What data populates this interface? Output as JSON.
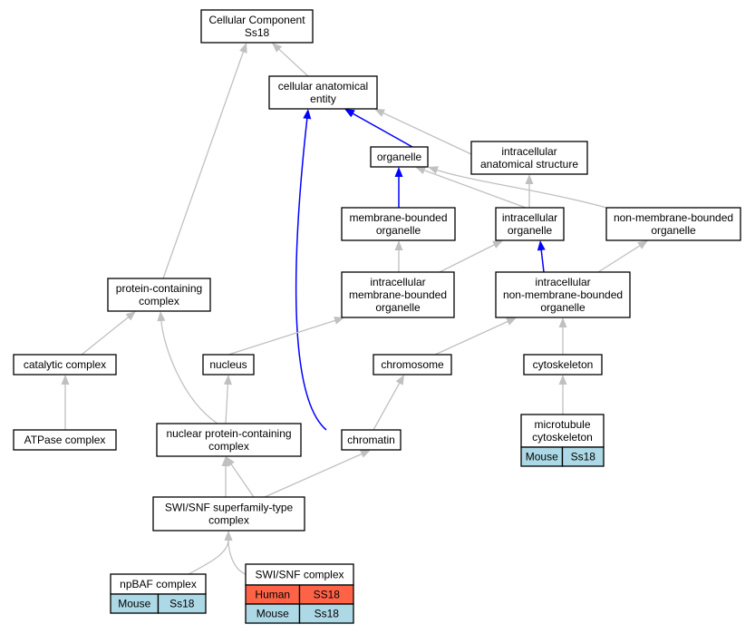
{
  "nodes": {
    "cellular_component": {
      "lines": [
        "Cellular Component",
        "Ss18"
      ]
    },
    "cellular_anatomical_entity": {
      "lines": [
        "cellular anatomical",
        "entity"
      ]
    },
    "organelle": {
      "lines": [
        "organelle"
      ]
    },
    "intracellular_anatomical_structure": {
      "lines": [
        "intracellular",
        "anatomical structure"
      ]
    },
    "membrane_bounded_organelle": {
      "lines": [
        "membrane-bounded",
        "organelle"
      ]
    },
    "intracellular_organelle": {
      "lines": [
        "intracellular",
        "organelle"
      ]
    },
    "non_membrane_bounded_organelle": {
      "lines": [
        "non-membrane-bounded",
        "organelle"
      ]
    },
    "protein_containing_complex": {
      "lines": [
        "protein-containing",
        "complex"
      ]
    },
    "intracellular_membrane_bounded_organelle": {
      "lines": [
        "intracellular",
        "membrane-bounded",
        "organelle"
      ]
    },
    "intracellular_non_membrane_bounded_organelle": {
      "lines": [
        "intracellular",
        "non-membrane-bounded",
        "organelle"
      ]
    },
    "catalytic_complex": {
      "lines": [
        "catalytic complex"
      ]
    },
    "nucleus": {
      "lines": [
        "nucleus"
      ]
    },
    "chromosome": {
      "lines": [
        "chromosome"
      ]
    },
    "cytoskeleton": {
      "lines": [
        "cytoskeleton"
      ]
    },
    "atpase_complex": {
      "lines": [
        "ATPase complex"
      ]
    },
    "nuclear_protein_containing_complex": {
      "lines": [
        "nuclear protein-containing",
        "complex"
      ]
    },
    "chromatin": {
      "lines": [
        "chromatin"
      ]
    },
    "microtubule_cytoskeleton": {
      "lines": [
        "microtubule",
        "cytoskeleton"
      ],
      "rows": [
        [
          "Mouse",
          "Ss18"
        ]
      ]
    },
    "swi_snf_superfamily_type_complex": {
      "lines": [
        "SWI/SNF superfamily-type",
        "complex"
      ]
    },
    "npbaf_complex": {
      "lines": [
        "npBAF complex"
      ],
      "rows": [
        [
          "Mouse",
          "Ss18"
        ]
      ]
    },
    "swi_snf_complex": {
      "lines": [
        "SWI/SNF complex"
      ],
      "rows": [
        [
          "Human",
          "SS18"
        ],
        [
          "Mouse",
          "Ss18"
        ]
      ]
    }
  },
  "edges": [
    {
      "from": "cellular_anatomical_entity",
      "to": "cellular_component",
      "relation": "is_a"
    },
    {
      "from": "protein_containing_complex",
      "to": "cellular_component",
      "relation": "is_a"
    },
    {
      "from": "organelle",
      "to": "cellular_anatomical_entity",
      "relation": "is_a"
    },
    {
      "from": "intracellular_anatomical_structure",
      "to": "cellular_anatomical_entity",
      "relation": "is_a"
    },
    {
      "from": "chromatin",
      "to": "cellular_anatomical_entity",
      "relation": "is_a"
    },
    {
      "from": "membrane_bounded_organelle",
      "to": "organelle",
      "relation": "is_a"
    },
    {
      "from": "intracellular_organelle",
      "to": "organelle",
      "relation": "is_a"
    },
    {
      "from": "non_membrane_bounded_organelle",
      "to": "organelle",
      "relation": "is_a"
    },
    {
      "from": "intracellular_organelle",
      "to": "intracellular_anatomical_structure",
      "relation": "part_of"
    },
    {
      "from": "intracellular_membrane_bounded_organelle",
      "to": "membrane_bounded_organelle",
      "relation": "is_a"
    },
    {
      "from": "intracellular_membrane_bounded_organelle",
      "to": "intracellular_organelle",
      "relation": "is_a"
    },
    {
      "from": "intracellular_non_membrane_bounded_organelle",
      "to": "intracellular_organelle",
      "relation": "is_a"
    },
    {
      "from": "intracellular_non_membrane_bounded_organelle",
      "to": "non_membrane_bounded_organelle",
      "relation": "is_a"
    },
    {
      "from": "catalytic_complex",
      "to": "protein_containing_complex",
      "relation": "is_a"
    },
    {
      "from": "nuclear_protein_containing_complex",
      "to": "protein_containing_complex",
      "relation": "is_a"
    },
    {
      "from": "nucleus",
      "to": "intracellular_membrane_bounded_organelle",
      "relation": "is_a"
    },
    {
      "from": "chromosome",
      "to": "intracellular_non_membrane_bounded_organelle",
      "relation": "is_a"
    },
    {
      "from": "cytoskeleton",
      "to": "intracellular_non_membrane_bounded_organelle",
      "relation": "is_a"
    },
    {
      "from": "atpase_complex",
      "to": "catalytic_complex",
      "relation": "is_a"
    },
    {
      "from": "nuclear_protein_containing_complex",
      "to": "nucleus",
      "relation": "part_of"
    },
    {
      "from": "chromatin",
      "to": "chromosome",
      "relation": "part_of"
    },
    {
      "from": "microtubule_cytoskeleton",
      "to": "cytoskeleton",
      "relation": "is_a"
    },
    {
      "from": "swi_snf_superfamily_type_complex",
      "to": "atpase_complex",
      "relation": "is_a"
    },
    {
      "from": "swi_snf_superfamily_type_complex",
      "to": "nuclear_protein_containing_complex",
      "relation": "is_a"
    },
    {
      "from": "swi_snf_superfamily_type_complex",
      "to": "chromatin",
      "relation": "part_of"
    },
    {
      "from": "npbaf_complex",
      "to": "swi_snf_superfamily_type_complex",
      "relation": "is_a"
    },
    {
      "from": "swi_snf_complex",
      "to": "swi_snf_superfamily_type_complex",
      "relation": "is_a"
    }
  ],
  "colors": {
    "is_a_edge": "#c0c0c0",
    "part_of_edge": "#0000ff",
    "human_cell": "#ff6347",
    "mouse_cell": "#add8e6"
  }
}
